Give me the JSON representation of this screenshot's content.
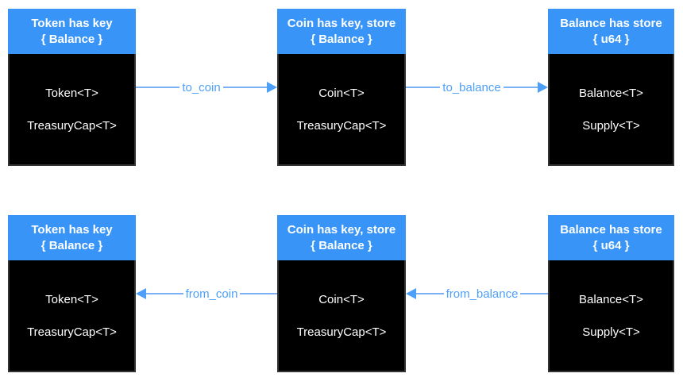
{
  "colors": {
    "header_blue": "#3994f7",
    "body_black": "#000000",
    "body_border": "#333333",
    "arrow_line_blue": "#7cb0f8",
    "arrow_head_blue": "#4d9ff8",
    "label_blue": "#4d9ff8",
    "text_white": "#ffffff",
    "background": "#ffffff"
  },
  "rows": [
    {
      "boxes": [
        {
          "header_line1": "Token has key",
          "header_line2": "{ Balance }",
          "fields": [
            "Token<T>",
            "TreasuryCap<T>"
          ]
        },
        {
          "header_line1": "Coin has key, store",
          "header_line2": "{ Balance }",
          "fields": [
            "Coin<T>",
            "TreasuryCap<T>"
          ]
        },
        {
          "header_line1": "Balance has store",
          "header_line2": "{ u64 }",
          "fields": [
            "Balance<T>",
            "Supply<T>"
          ]
        }
      ],
      "arrows": [
        {
          "label": "to_coin",
          "direction": "right"
        },
        {
          "label": "to_balance",
          "direction": "right"
        }
      ]
    },
    {
      "boxes": [
        {
          "header_line1": "Token has key",
          "header_line2": "{ Balance }",
          "fields": [
            "Token<T>",
            "TreasuryCap<T>"
          ]
        },
        {
          "header_line1": "Coin has key, store",
          "header_line2": "{ Balance }",
          "fields": [
            "Coin<T>",
            "TreasuryCap<T>"
          ]
        },
        {
          "header_line1": "Balance has store",
          "header_line2": "{ u64 }",
          "fields": [
            "Balance<T>",
            "Supply<T>"
          ]
        }
      ],
      "arrows": [
        {
          "label": "from_coin",
          "direction": "left"
        },
        {
          "label": "from_balance",
          "direction": "left"
        }
      ]
    }
  ]
}
